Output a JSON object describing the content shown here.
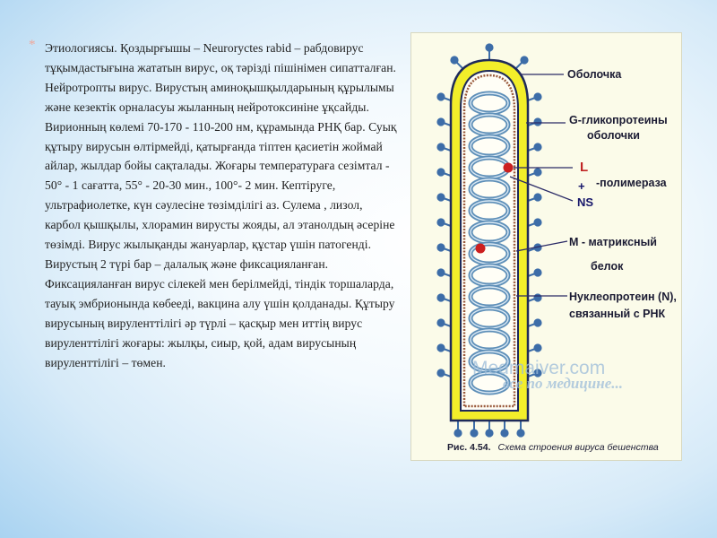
{
  "slide": {
    "bullet": "*",
    "text": "Этиологиясы. Қоздырғышы – Neuroryctes rabid – рабдовирус тұқымдастығына жататын вирус, оқ тәрізді пішінімен сипатталған. Нейротропты вирус. Вирустың аминоқышқылдарының құрылымы және кезектік орналасуы жыланның нейротоксиніне ұқсайды. Вирионның көлемі 70-170 - 110-200 нм, құрамында РНҚ бар. Суық құтыру вирусын өлтірмейді, қатырғанда тіптен қасиетін жоймай айлар, жылдар бойы сақталады. Жоғары температураға сезімтал - 50° - 1 сағатта, 55° - 20-30 мин., 100°- 2 мин. Кептіруге, ультрафиолетке, күн сәулесіне төзімділігі аз. Сулема , лизол, карбол қышқылы, хлорамин вирусты жояды, ал этанолдың әсеріне төзімді. Вирус жылықанды жануарлар, құстар үшін патогенді. Вирустың 2 түрі бар – далалық және фиксацияланған. Фиксацияланған вирус сілекей мен берілмейді, тіндік торшаларда, тауық эмбрионында көбееді, вакцина алу үшін қолданады. Құтыру вирусының вируленттілігі әр түрлі – қасқыр мен иттің вирус вируленттілігі жоғары: жылқы, сиыр, қой, адам вирусының вируленттілігі – төмен."
  },
  "figure": {
    "labels": {
      "envelope": "Оболочка",
      "glyco_1": "G-гликопротеины",
      "glyco_2": "оболочки",
      "l_letter": "L",
      "plus": "+",
      "ns_letter": "NS",
      "polymerase": "-полимераза",
      "matrix_1": "M - матриксный",
      "matrix_2": "белок",
      "nucleo_1": "Нуклеопротеин (N),",
      "nucleo_2": "связанный с РНК"
    },
    "watermark_1": "Medmaiver.com",
    "watermark_2": "все по медицине...",
    "caption_num": "Рис. 4.54.",
    "caption_text": "Схема строения вируса бешенства",
    "colors": {
      "envelope_yellow": "#f2ee2a",
      "envelope_outline": "#1e2a5a",
      "spike": "#3d6da8",
      "coil": "#5e8fb8",
      "matrix_brown": "#9a5a3c",
      "polymerase_red": "#cc1f1f"
    }
  }
}
